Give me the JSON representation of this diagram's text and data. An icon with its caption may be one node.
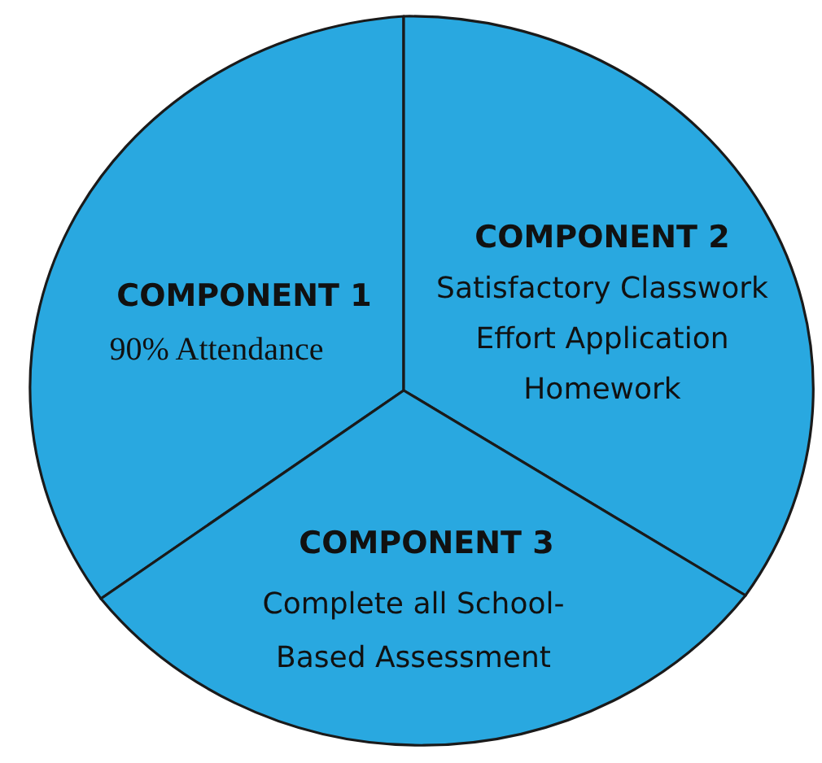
{
  "diagram": {
    "nodes": [
      {
        "text": [
          "COMPONENT 1",
          "90% Attendance"
        ]
      },
      {
        "text": [
          "COMPONENT 2",
          "Satisfactory Classwork",
          "Effort Application",
          "Homework"
        ]
      },
      {
        "text": [
          "COMPONENT 3",
          "Complete all School-Based Assessment"
        ]
      }
    ]
  }
}
